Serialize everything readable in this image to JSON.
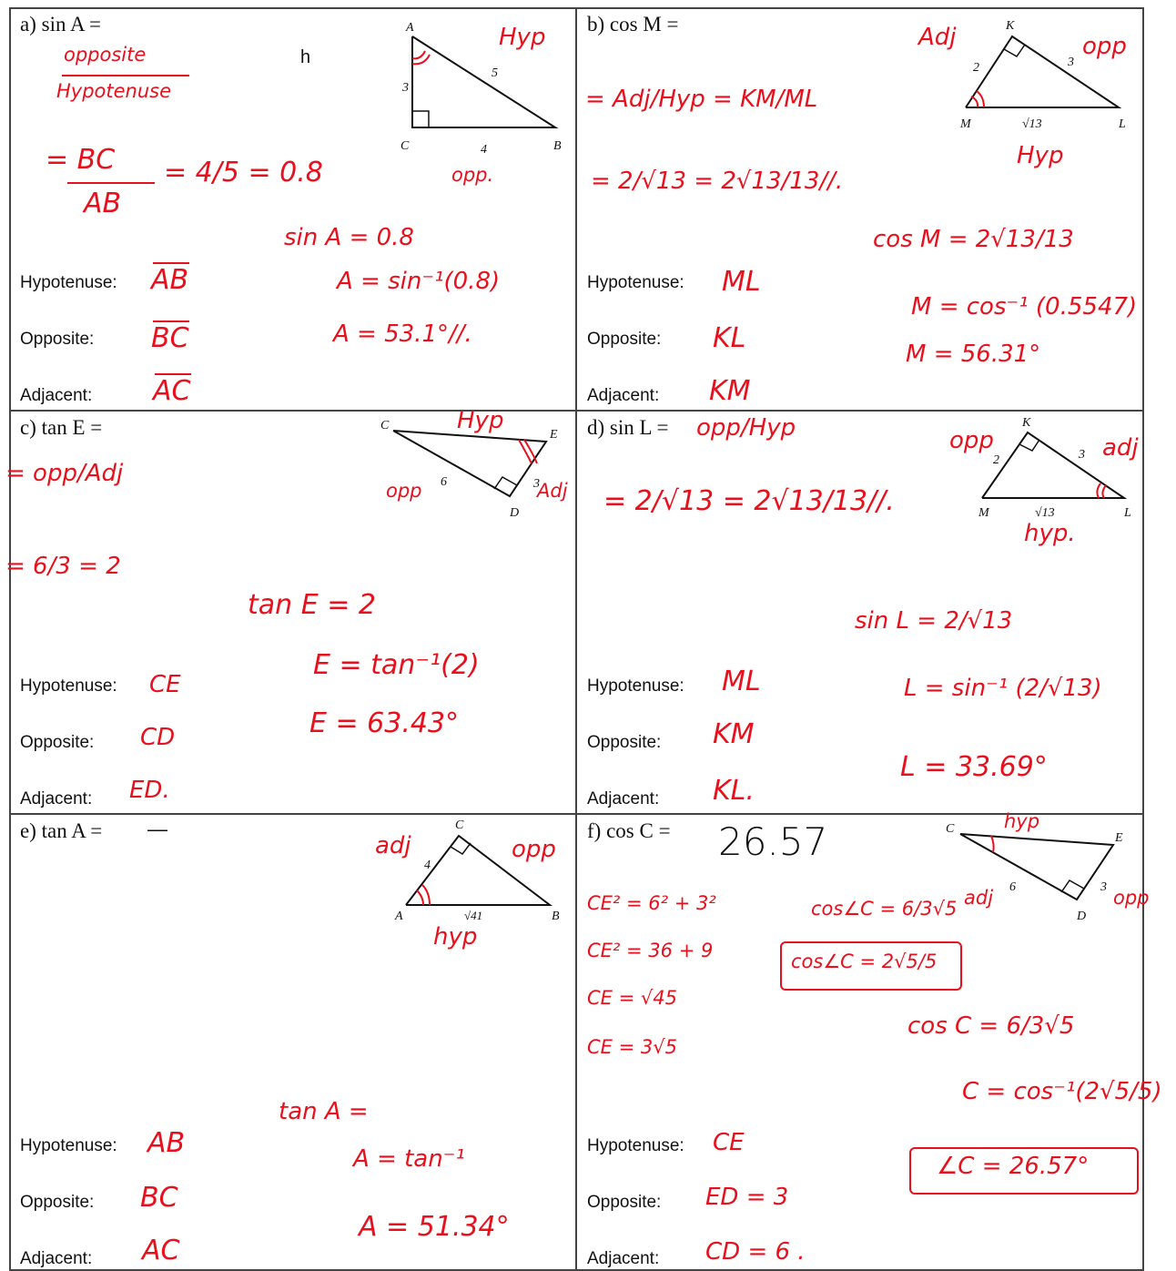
{
  "labels": {
    "hyp": "Hypotenuse:",
    "opp": "Opposite:",
    "adj": "Adjacent:"
  },
  "a": {
    "question": "a) sin A =",
    "stray": "h",
    "fig": {
      "A": "A",
      "B": "B",
      "C": "C",
      "side_ac": "3",
      "side_ab": "5",
      "side_cb": "4"
    },
    "ink": {
      "hyp_tag": "Hyp",
      "opp_tag": "opp.",
      "frac_num": "opposite",
      "frac_den": "Hypotenuse",
      "eq_num": "= BC",
      "eq_den": "AB",
      "eq_mid": "= 4/5 = 0.8",
      "step1": "sin A = 0.8",
      "step2": "A = sin⁻¹(0.8)",
      "step3": "A = 53.1°//.",
      "hyp": "AB",
      "opp": "BC",
      "adj": "AC"
    }
  },
  "b": {
    "question": "b) cos M =",
    "fig": {
      "K": "K",
      "M": "M",
      "L": "L",
      "side_km": "2",
      "side_kl": "3",
      "side_ml": "√13"
    },
    "ink": {
      "adj_tag": "Adj",
      "opp_tag": "opp",
      "hyp_tag": "Hyp",
      "line1": "= Adj/Hyp = KM/ML",
      "line2": "= 2/√13 = 2√13/13//.",
      "step1": "cos M = 2√13/13",
      "step2": "M = cos⁻¹ (0.5547)",
      "step3": "M = 56.31°",
      "hyp": "ML",
      "opp": "KL",
      "adj": "KM"
    }
  },
  "c": {
    "question": "c) tan E =",
    "fig": {
      "C": "C",
      "E": "E",
      "D": "D",
      "side_cd": "6",
      "side_de": "3"
    },
    "ink": {
      "hyp_tag": "Hyp",
      "opp_tag": "opp",
      "adj_tag": "Adj",
      "frac": "= opp/Adj",
      "calc": "= 6/3 = 2",
      "step1": "tan E = 2",
      "step2": "E = tan⁻¹(2)",
      "step3": "E = 63.43°",
      "hyp": "CE",
      "opp": "CD",
      "adj": "ED."
    }
  },
  "d": {
    "question": "d) sin L =",
    "fig": {
      "K": "K",
      "M": "M",
      "L": "L",
      "side_km": "2",
      "side_kl": "3",
      "side_ml": "√13"
    },
    "ink": {
      "q_ans": "opp/Hyp",
      "opp_tag": "opp",
      "adj_tag": "adj",
      "hyp_tag": "hyp.",
      "line1": "= 2/√13 = 2√13/13//.",
      "step1": "sin L = 2/√13",
      "step2": "L = sin⁻¹ (2/√13)",
      "step3": "L = 33.69°",
      "hyp": "ML",
      "opp": "KM",
      "adj": "KL."
    }
  },
  "e": {
    "question": "e) tan A =",
    "blank": "—",
    "fig": {
      "A": "A",
      "B": "B",
      "C": "C",
      "side_ac": "4",
      "side_ab": "√41"
    },
    "ink": {
      "adj_tag": "adj",
      "opp_tag": "opp",
      "hyp_tag": "hyp",
      "step1": "tan A =",
      "step2": "A = tan⁻¹",
      "step3": "A = 51.34°",
      "hyp": "AB",
      "opp": "BC",
      "adj": "AC"
    }
  },
  "f": {
    "question": "f) cos C =",
    "answer_typed": "26.57",
    "fig": {
      "C": "C",
      "E": "E",
      "D": "D",
      "side_cd": "6",
      "side_de": "3"
    },
    "ink": {
      "hyp_tag": "hyp",
      "adj_tag": "adj",
      "opp_tag": "opp",
      "l1": "CE² = 6² + 3²",
      "l2": "CE² = 36 + 9",
      "l3": "CE = √45",
      "l4": "CE = 3√5",
      "r1": "cos∠C = 6/3√5",
      "boxed": "cos∠C = 2√5/5",
      "r2": "cos C = 6/3√5",
      "r3": "C = cos⁻¹(2√5/5)",
      "final": "∠C = 26.57°",
      "hyp": "CE",
      "opp": "ED = 3",
      "adj": "CD = 6 ."
    }
  }
}
